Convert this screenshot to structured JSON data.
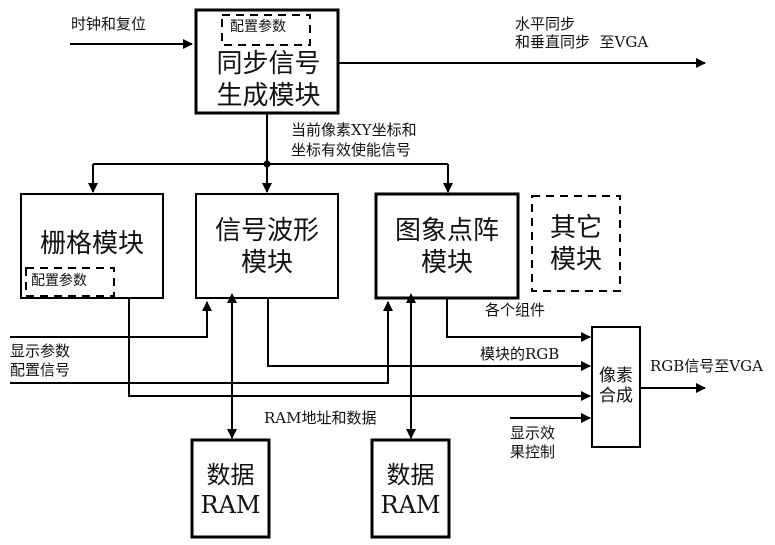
{
  "diagram": {
    "inputs": {
      "clock_reset": "时钟和复位",
      "display_param_line1": "显示参数",
      "display_param_line2": "配置信号",
      "display_effect_line1": "显示效",
      "display_effect_line2": "果控制"
    },
    "sync_module": {
      "config_label": "配置参数",
      "line1": "同步信号",
      "line2": "生成模块"
    },
    "sync_output": {
      "line1": "水平同步",
      "line2": "和垂直同步  至VGA"
    },
    "coord_signal": {
      "line1": "当前像素XY坐标和",
      "line2": "坐标有效使能信号"
    },
    "grid_module": {
      "label": "栅格模块",
      "config_label": "配置参数"
    },
    "waveform_module": {
      "line1": "信号波形",
      "line2": "模块"
    },
    "dotmatrix_module": {
      "line1": "图象点阵",
      "line2": "模块"
    },
    "other_module": {
      "line1": "其它",
      "line2": "模块"
    },
    "rgb_labels": {
      "components": "各个组件",
      "module_rgb": "模块的RGB"
    },
    "ram_bus_label": "RAM地址和数据",
    "ram1": {
      "line1": "数据",
      "line2": "RAM"
    },
    "ram2": {
      "line1": "数据",
      "line2": "RAM"
    },
    "pixel_mixer": {
      "line1": "像素",
      "line2": "合成"
    },
    "rgb_output": "RGB信号至VGA"
  }
}
